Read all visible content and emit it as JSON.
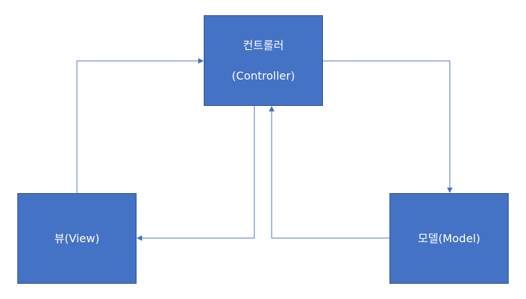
{
  "diagram": {
    "nodes": {
      "controller": {
        "label_line1": "컨트롤러",
        "label_line2": "(Controller)"
      },
      "view": {
        "label": "뷰(View)"
      },
      "model": {
        "label": "모델(Model)"
      }
    },
    "edges": [
      {
        "from": "view",
        "to": "controller"
      },
      {
        "from": "controller",
        "to": "model"
      },
      {
        "from": "model",
        "to": "controller"
      },
      {
        "from": "controller",
        "to": "view"
      }
    ],
    "colors": {
      "node_fill": "#4472c4",
      "node_border": "#2f528f",
      "node_text": "#ffffff",
      "connector": "#4472c4"
    }
  }
}
